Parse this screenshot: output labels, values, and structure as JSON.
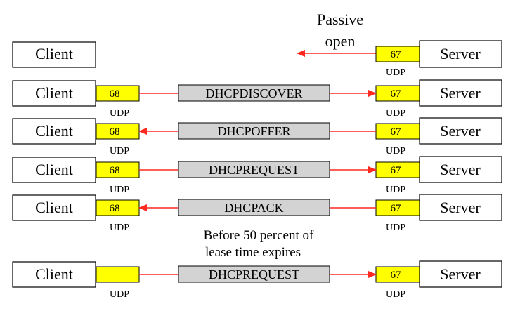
{
  "passive_open": {
    "line1": "Passive",
    "line2": "open",
    "server_label": "Server",
    "client_label": "Client",
    "port": "67",
    "udp": "UDP"
  },
  "rows": [
    {
      "client": "Client",
      "server": "Server",
      "client_port": "68",
      "server_port": "67",
      "client_udp": "UDP",
      "server_udp": "UDP",
      "message": "DHCPDISCOVER",
      "direction": "to-server"
    },
    {
      "client": "Client",
      "server": "Server",
      "client_port": "68",
      "server_port": "67",
      "client_udp": "UDP",
      "server_udp": "UDP",
      "message": "DHCPOFFER",
      "direction": "to-client"
    },
    {
      "client": "Client",
      "server": "Server",
      "client_port": "68",
      "server_port": "67",
      "client_udp": "UDP",
      "server_udp": "UDP",
      "message": "DHCPREQUEST",
      "direction": "to-server"
    },
    {
      "client": "Client",
      "server": "Server",
      "client_port": "68",
      "server_port": "67",
      "client_udp": "UDP",
      "server_udp": "UDP",
      "message": "DHCPACK",
      "direction": "to-client"
    },
    {
      "client": "Client",
      "server": "Server",
      "client_port": "",
      "server_port": "67",
      "client_udp": "UDP",
      "server_udp": "UDP",
      "message": "DHCPREQUEST",
      "direction": "to-server"
    }
  ],
  "note": {
    "line1": "Before 50 percent of",
    "line2": "lease time expires"
  },
  "colors": {
    "arrow": "#ff2a1f",
    "port_fill": "#ffff00",
    "message_fill": "#d3d3d3",
    "border": "#000000"
  }
}
